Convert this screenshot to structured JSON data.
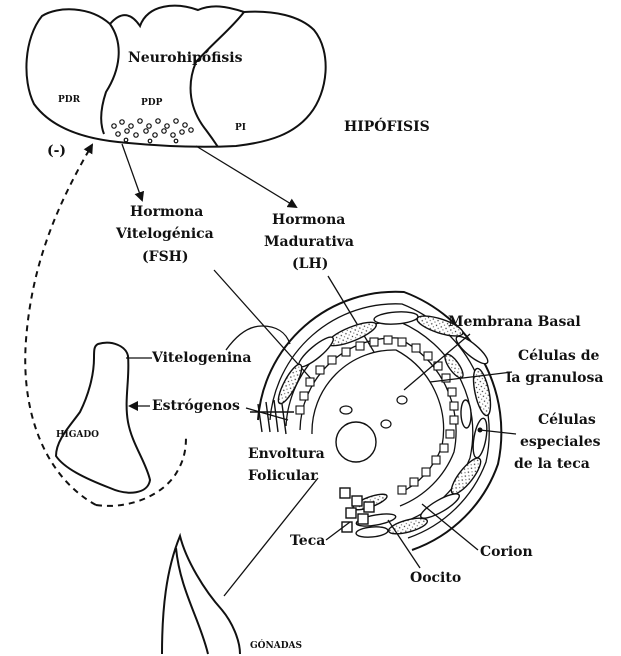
{
  "hypophysis": {
    "title": "HIPÓFISIS",
    "neurohypophysis": "Neurohipófisis",
    "pdr": "PDR",
    "pdp": "PDP",
    "pi": "PI",
    "feedback_sign": "(-)"
  },
  "hormones": {
    "fsh_line1": "Hormona",
    "fsh_line2": "Vitelogénica",
    "fsh_line3": "(FSH)",
    "lh_line1": "Hormona",
    "lh_line2": "Madurativa",
    "lh_line3": "(LH)"
  },
  "liver": {
    "label": "HÍGADO",
    "vitellogenin": "Vitelogenina",
    "estrogens": "Estrógenos"
  },
  "follicle": {
    "basal_membrane": "Membrana Basal",
    "granulosa_line1": "Células de",
    "granulosa_line2": "la granulosa",
    "special_line1": "Células",
    "special_line2": "especiales",
    "special_line3": "de la teca",
    "envelope_line1": "Envoltura",
    "envelope_line2": "Folicular",
    "theca": "Teca",
    "chorion": "Corion",
    "oocyte": "Oocito"
  },
  "gonads": {
    "label": "GÓNADAS"
  }
}
